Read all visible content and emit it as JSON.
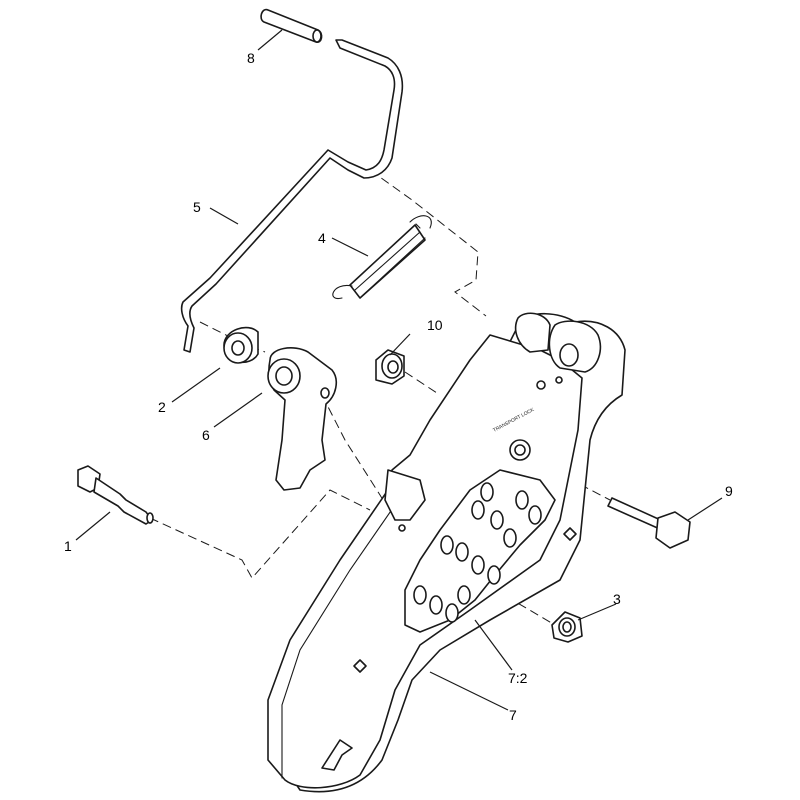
{
  "callouts": [
    {
      "id": "1",
      "label": "1"
    },
    {
      "id": "2",
      "label": "2"
    },
    {
      "id": "3",
      "label": "3"
    },
    {
      "id": "4",
      "label": "4"
    },
    {
      "id": "5",
      "label": "5"
    },
    {
      "id": "6",
      "label": "6"
    },
    {
      "id": "7",
      "label": "7"
    },
    {
      "id": "7-2",
      "label": "7:2"
    },
    {
      "id": "8",
      "label": "8"
    },
    {
      "id": "9",
      "label": "9"
    },
    {
      "id": "10",
      "label": "10"
    }
  ],
  "plate_label": "TRANSPORT LOCK"
}
